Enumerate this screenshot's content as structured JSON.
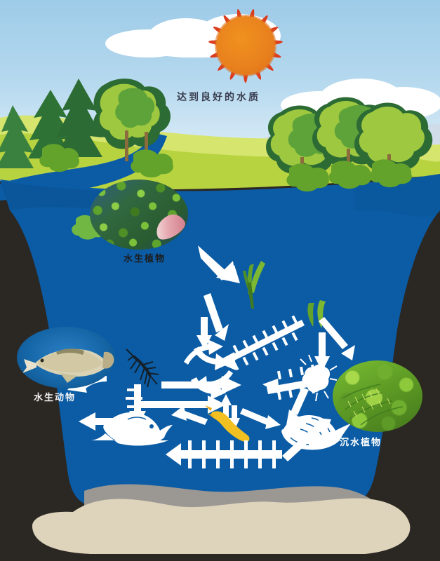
{
  "scene": {
    "title": "达到良好的水质",
    "title_meaning_note": "sky caption"
  },
  "labels": {
    "sky_caption": "达到良好的水质",
    "aquatic_plants": "水生植物",
    "aquatic_animals": "水生动物",
    "submerged_plants": "沉水植物"
  },
  "photos": [
    {
      "id": "duckweed-photo",
      "caption": "水生植物",
      "subject": "duckweed-with-lotus-petal"
    },
    {
      "id": "fish-photo",
      "caption": "水生动物",
      "subject": "freshwater-fish"
    },
    {
      "id": "submerged-weed-photo",
      "caption": "沉水植物",
      "subject": "submerged-macrophyte"
    }
  ],
  "icons": {
    "sun": "sun-icon",
    "cloud": "cloud-icon",
    "conifer": "conifer-tree-icon",
    "broadleaf": "broadleaf-tree-icon",
    "shrub": "shrub-icon",
    "grass_sprout": "grass-sprout-icon",
    "algae_strand": "algae-strand-icon",
    "insect": "water-insect-icon",
    "fish": "fish-silhouette-icon",
    "snail": "snail-shell-icon",
    "larva": "yellow-larva-icon",
    "zooplankton": "zooplankton-icon",
    "arrow": "flow-arrow-icon",
    "centipede_arrow": "segmented-flow-arrow-icon"
  },
  "colors": {
    "sky_top": "#9ecbe8",
    "sky_bottom": "#e3f0f8",
    "cloud": "#ffffff",
    "sun_core": "#e8801d",
    "sun_ray_tip": "#d8361d",
    "water": "#0b5ca5",
    "water_deep": "#0a4f91",
    "grass_light": "#c3d94e",
    "grass_mid": "#a9cc3e",
    "sand_band": "#eef0da",
    "sand_bottom": "#ded4bc",
    "mud_bottom": "#9b9792",
    "background_earth": "#2b2723",
    "tree_dark": "#2d6b34",
    "tree_mid": "#5ea33a",
    "tree_light": "#9ec83f",
    "arrow_white": "#ffffff",
    "sprout_green": "#63a32b",
    "larva_yellow": "#f2c021"
  },
  "diagram": {
    "description": "freshwater ecosystem food-web flow diagram",
    "arrow_count_white": 18,
    "segmented_arrow_count": 6,
    "nodes": [
      {
        "name": "grass-sprout",
        "kind": "producer"
      },
      {
        "name": "algae-strand",
        "kind": "producer"
      },
      {
        "name": "zooplankton",
        "kind": "consumer"
      },
      {
        "name": "water-insect",
        "kind": "consumer"
      },
      {
        "name": "fish",
        "kind": "consumer"
      },
      {
        "name": "snail",
        "kind": "consumer"
      },
      {
        "name": "larva",
        "kind": "consumer"
      }
    ]
  }
}
